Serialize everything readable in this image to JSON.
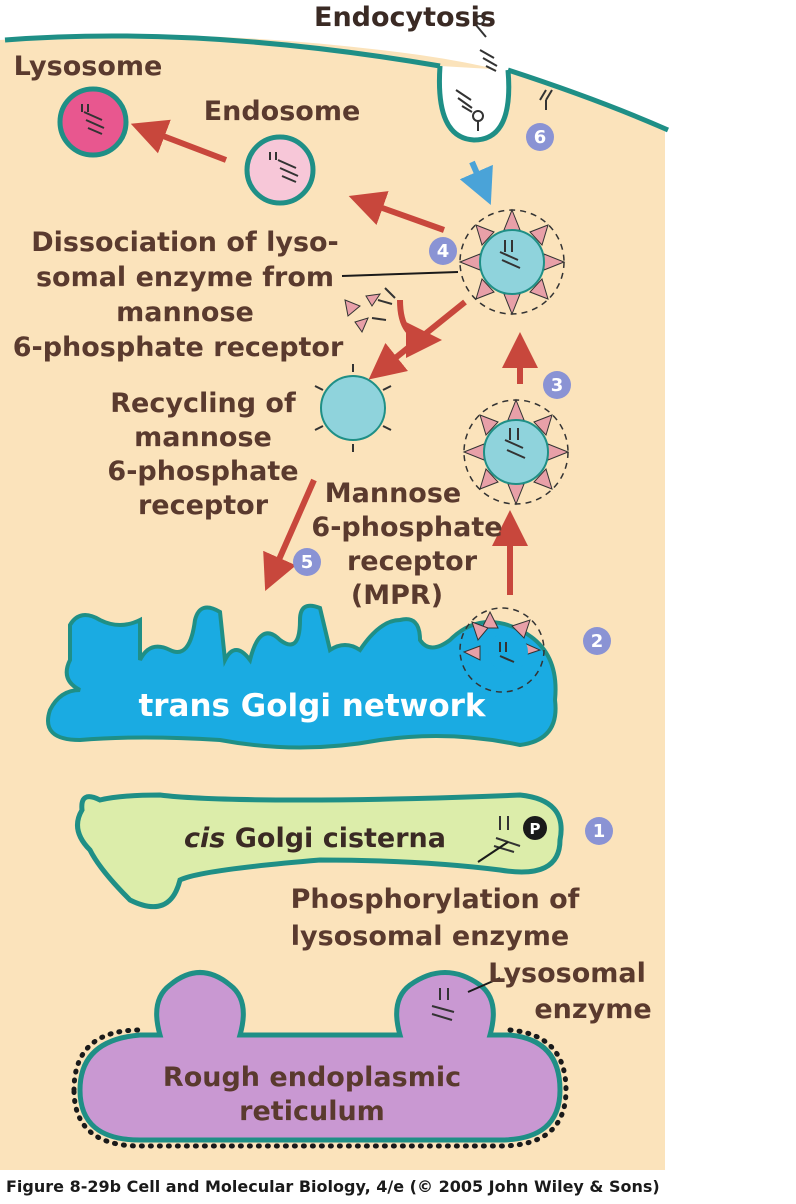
{
  "labels": {
    "endocytosis": "Endocytosis",
    "lysosome": "Lysosome",
    "endosome": "Endosome",
    "dissociation": [
      "Dissociation of lyso-",
      "somal enzyme from",
      "mannose",
      "6-phosphate receptor"
    ],
    "recycling": [
      "Recycling of",
      "mannose",
      "6-phosphate",
      "receptor"
    ],
    "mpr": [
      "Mannose",
      "6-phosphate",
      "receptor",
      "(MPR)"
    ],
    "trans_golgi": "trans Golgi network",
    "cis_golgi_italic": "cis",
    "cis_golgi_rest": " Golgi cisterna",
    "phosphorylation": [
      "Phosphorylation of",
      "lysosomal enzyme"
    ],
    "lysosomal_enzyme": [
      "Lysosomal",
      "enzyme"
    ],
    "rough_er": [
      "Rough endoplasmic",
      "reticulum"
    ],
    "phosphate_symbol": "P"
  },
  "steps": [
    "1",
    "2",
    "3",
    "4",
    "5",
    "6"
  ],
  "caption": "Figure 8-29b  Cell and Molecular Biology, 4/e (© 2005 John Wiley & Sons)",
  "colors": {
    "cytoplasm": "#fbe3bb",
    "membrane": "#1f8f86",
    "lysosome": "#e8578f",
    "endosome": "#f7c7d8",
    "vesicle": "#8fd3dc",
    "trans_golgi": "#1aabe2",
    "cis_golgi": "#dcedaa",
    "rough_er": "#c998d2",
    "arrow": "#c8473c",
    "step_badge": "#8a93d4",
    "label_text": "#5a3a2e"
  }
}
